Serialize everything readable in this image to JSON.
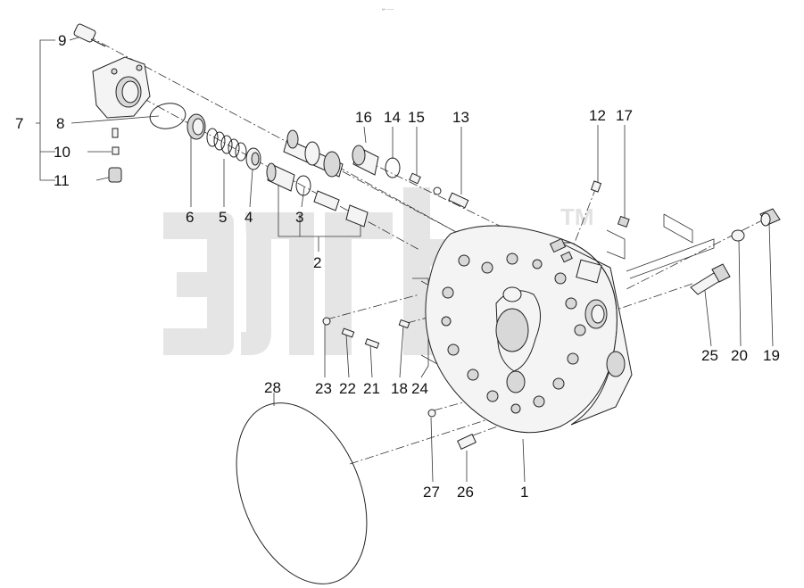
{
  "header": {
    "tiny_mark": "*/~ ~~~"
  },
  "watermark": {
    "text": "элгb",
    "trademark": "TM"
  },
  "callouts": [
    {
      "id": "1",
      "text": "1"
    },
    {
      "id": "2",
      "text": "2"
    },
    {
      "id": "3",
      "text": "3"
    },
    {
      "id": "4",
      "text": "4"
    },
    {
      "id": "5",
      "text": "5"
    },
    {
      "id": "6",
      "text": "6"
    },
    {
      "id": "7",
      "text": "7"
    },
    {
      "id": "8",
      "text": "8"
    },
    {
      "id": "9",
      "text": "9"
    },
    {
      "id": "10",
      "text": "10"
    },
    {
      "id": "11",
      "text": "11"
    },
    {
      "id": "12",
      "text": "12"
    },
    {
      "id": "13",
      "text": "13"
    },
    {
      "id": "14",
      "text": "14"
    },
    {
      "id": "15",
      "text": "15"
    },
    {
      "id": "16",
      "text": "16"
    },
    {
      "id": "17",
      "text": "17"
    },
    {
      "id": "18",
      "text": "18"
    },
    {
      "id": "19",
      "text": "19"
    },
    {
      "id": "20",
      "text": "20"
    },
    {
      "id": "21",
      "text": "21"
    },
    {
      "id": "22",
      "text": "22"
    },
    {
      "id": "23",
      "text": "23"
    },
    {
      "id": "24",
      "text": "24"
    },
    {
      "id": "25",
      "text": "25"
    },
    {
      "id": "26",
      "text": "26"
    },
    {
      "id": "27",
      "text": "27"
    },
    {
      "id": "28",
      "text": "28"
    }
  ]
}
